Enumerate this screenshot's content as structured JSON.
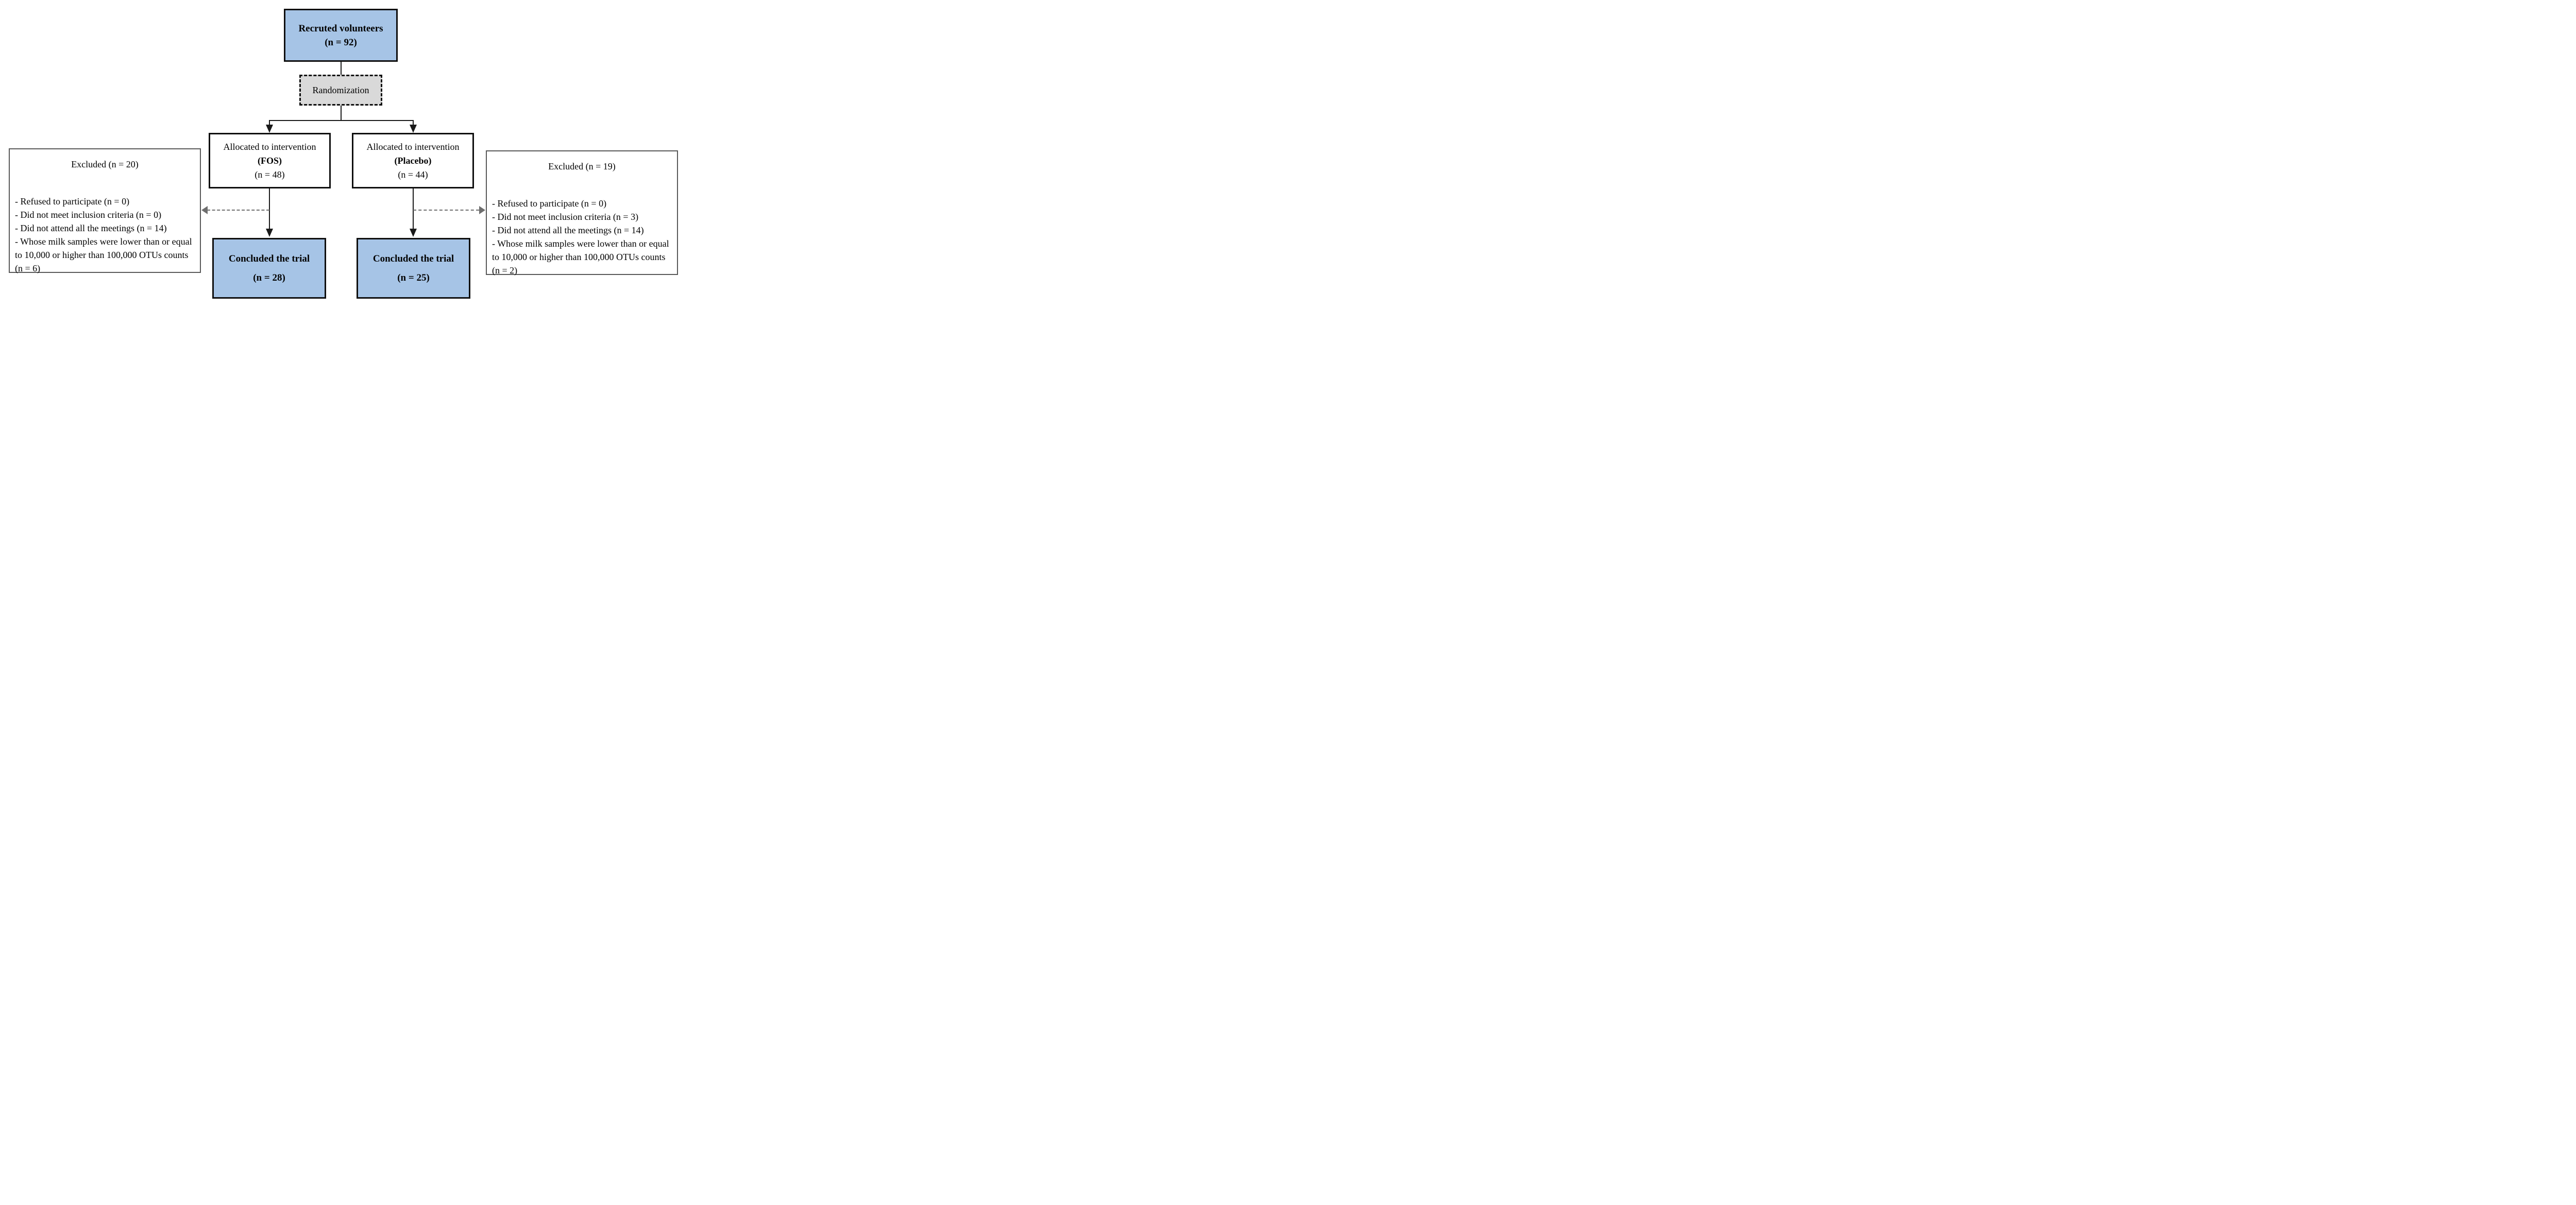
{
  "top_box": {
    "line1": "Recruted volunteers",
    "line2": "(n = 92)"
  },
  "randomization": {
    "label": "Randomization"
  },
  "fos": {
    "alloc_line1": "Allocated to intervention",
    "alloc_line2": "(FOS)",
    "alloc_line3": "(n = 48)",
    "concluded_line1": "Concluded the trial",
    "concluded_line2": "(n = 28)"
  },
  "placebo": {
    "alloc_line1": "Allocated to intervention",
    "alloc_line2": "(Placebo)",
    "alloc_line3": "(n = 44)",
    "concluded_line1": "Concluded the trial",
    "concluded_line2": "(n = 25)"
  },
  "excluded_left": {
    "title": "Excluded (n = 20)",
    "items": [
      "- Refused to participate (n = 0)",
      "- Did not meet inclusion criteria (n = 0)",
      "- Did not attend all the meetings (n = 14)",
      "- Whose milk samples were lower than or equal to 10,000 or higher than 100,000 OTUs counts (n = 6)"
    ]
  },
  "excluded_right": {
    "title": "Excluded (n = 19)",
    "items": [
      "- Refused to participate (n = 0)",
      "- Did not meet inclusion criteria (n = 3)",
      "- Did not attend all the meetings (n = 14)",
      "- Whose milk samples were lower than or equal to 10,000 or higher than 100,000 OTUs counts (n = 2)"
    ]
  },
  "colors": {
    "box_blue": "#a6c4e6",
    "box_gray": "#d9d9d9",
    "border_black": "#0f0f0f",
    "border_gray": "#595959",
    "arrow_gray": "#6e6e6e",
    "line_black": "#1a1a1a"
  }
}
